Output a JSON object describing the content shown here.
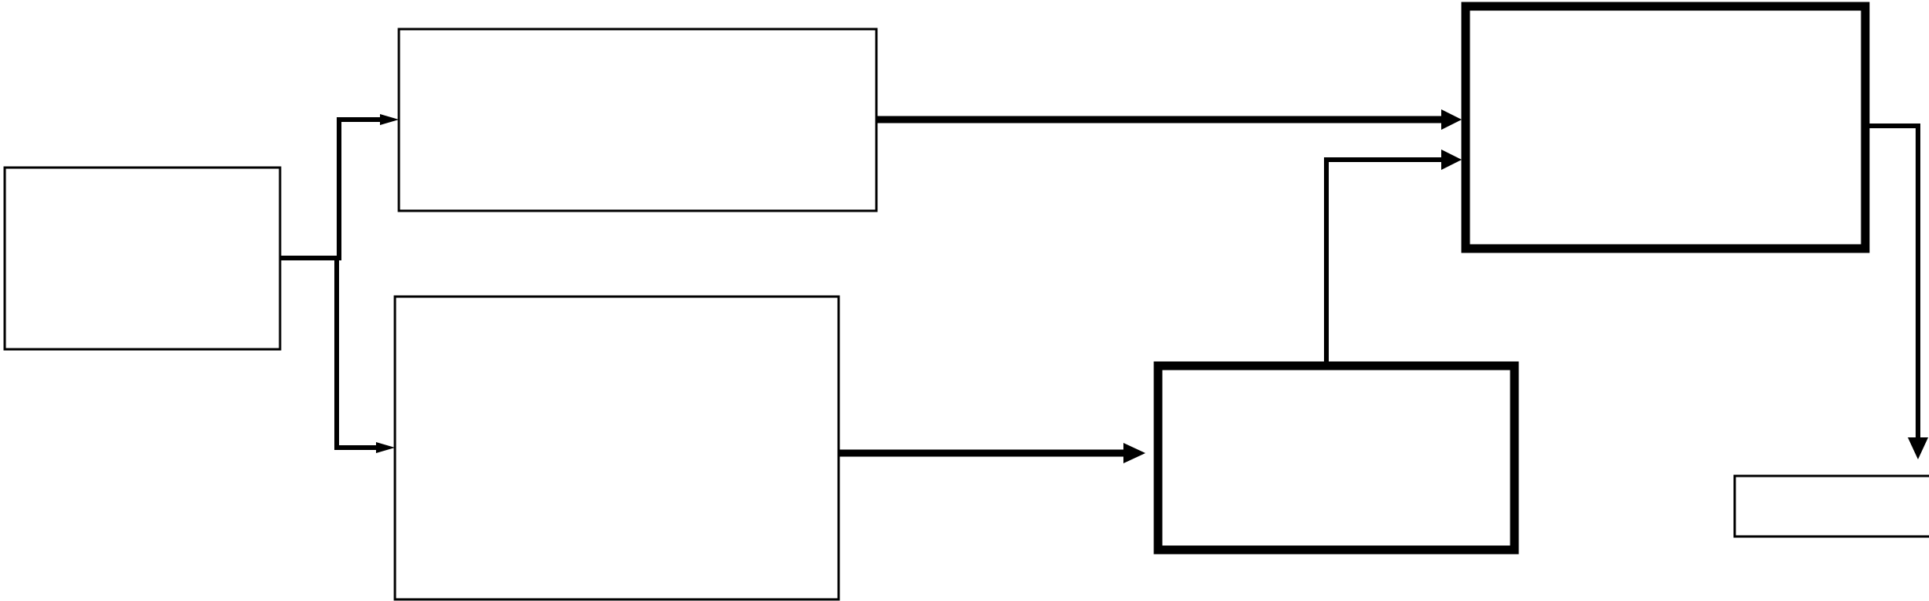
{
  "diagram": {
    "background_color": "#ffffff",
    "stroke_color": "#000000",
    "nodes": [
      {
        "id": "source",
        "label": "",
        "emphasis": "normal"
      },
      {
        "id": "upper-middle",
        "label": "",
        "emphasis": "normal"
      },
      {
        "id": "lower-middle",
        "label": "",
        "emphasis": "normal"
      },
      {
        "id": "center-right",
        "label": "",
        "emphasis": "bold"
      },
      {
        "id": "top-right",
        "label": "",
        "emphasis": "bold"
      },
      {
        "id": "bottom-right",
        "label": "",
        "emphasis": "normal"
      }
    ],
    "edges": [
      {
        "from": "source",
        "to": "upper-middle"
      },
      {
        "from": "source",
        "to": "lower-middle"
      },
      {
        "from": "upper-middle",
        "to": "top-right"
      },
      {
        "from": "lower-middle",
        "to": "center-right"
      },
      {
        "from": "center-right",
        "to": "top-right"
      },
      {
        "from": "top-right",
        "to": "bottom-right"
      }
    ]
  }
}
